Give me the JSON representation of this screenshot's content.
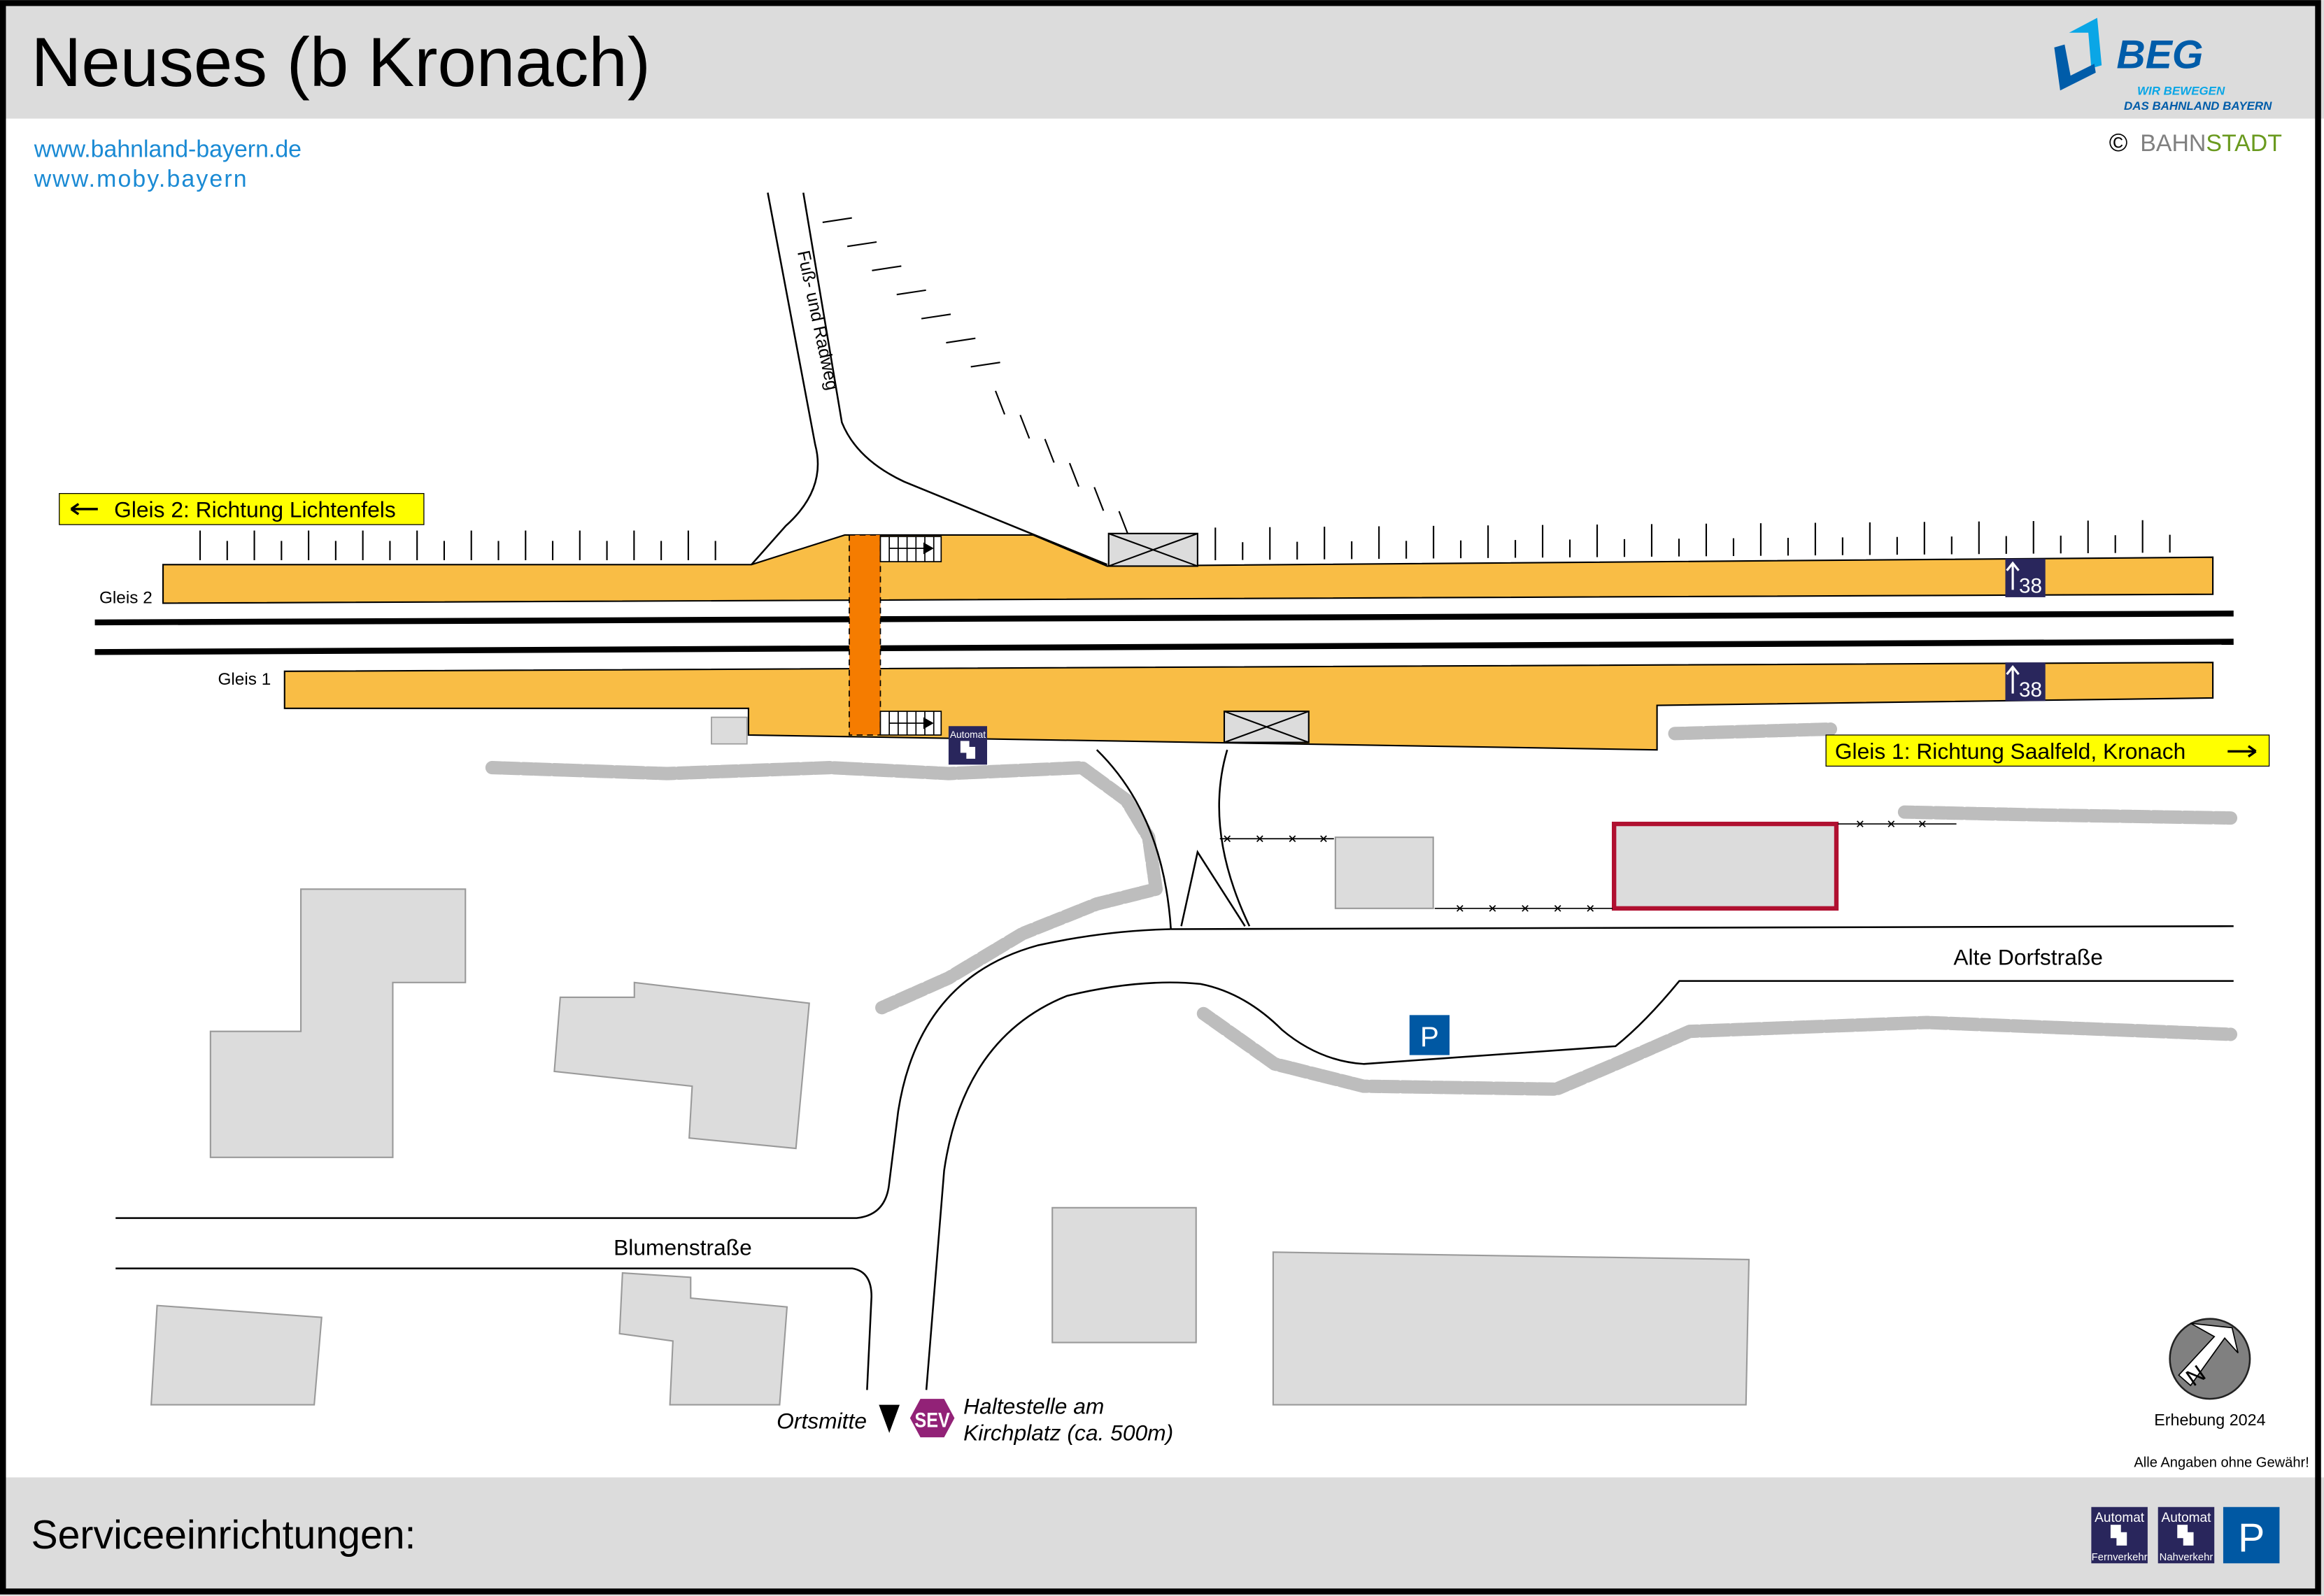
{
  "header": {
    "title": "Neuses (b Kronach)",
    "logo_beg": "BEG",
    "logo_beg_tagline_1": "WIR BEWEGEN",
    "logo_beg_tagline_2": "DAS BAHNLAND BAYERN",
    "copyright_symbol": "©",
    "logo_bahnstadt_1": "BAHN",
    "logo_bahnstadt_2": "STADT"
  },
  "links": [
    "www.bahnland-bayern.de",
    "www.moby.bayern"
  ],
  "map": {
    "path_label": "Fuß- und Radweg",
    "direction_gleis2": "Gleis 2: Richtung Lichtenfels",
    "direction_gleis1": "Gleis 1: Richtung Saalfeld, Kronach",
    "track_label_2": "Gleis 2",
    "track_label_1": "Gleis 1",
    "platform_height_sign": "38",
    "automat_label": "Automat",
    "street_1": "Alte Dorfstraße",
    "street_2": "Blumenstraße",
    "parking_label": "P",
    "ortsmitte_label": "Ortsmitte",
    "sev_label": "SEV",
    "sev_stop_line_1": "Haltestelle am",
    "sev_stop_line_2": "Kirchplatz (ca. 500m)",
    "survey": "Erhebung 2024",
    "disclaimer": "Alle Angaben ohne Gewähr!",
    "compass_letter": "N"
  },
  "footer": {
    "title": "Serviceeinrichtungen:",
    "services": [
      {
        "top": "Automat",
        "bottom": "Fernverkehr",
        "icon": "ticket-machine-icon"
      },
      {
        "top": "Automat",
        "bottom": "Nahverkehr",
        "icon": "ticket-machine-icon"
      },
      {
        "label": "P",
        "icon": "parking-icon"
      }
    ]
  },
  "colors": {
    "platform": "#f9bd45",
    "underpass": "#f57c00",
    "building": "#dcdcdc",
    "hedge": "#bdbdbd",
    "sign_navy": "#29265c",
    "parking_blue": "#0058a3",
    "sev_purple": "#922277",
    "highlight_red": "#b01030",
    "link_blue": "#1a8ad4",
    "label_yellow": "#ffff00"
  }
}
